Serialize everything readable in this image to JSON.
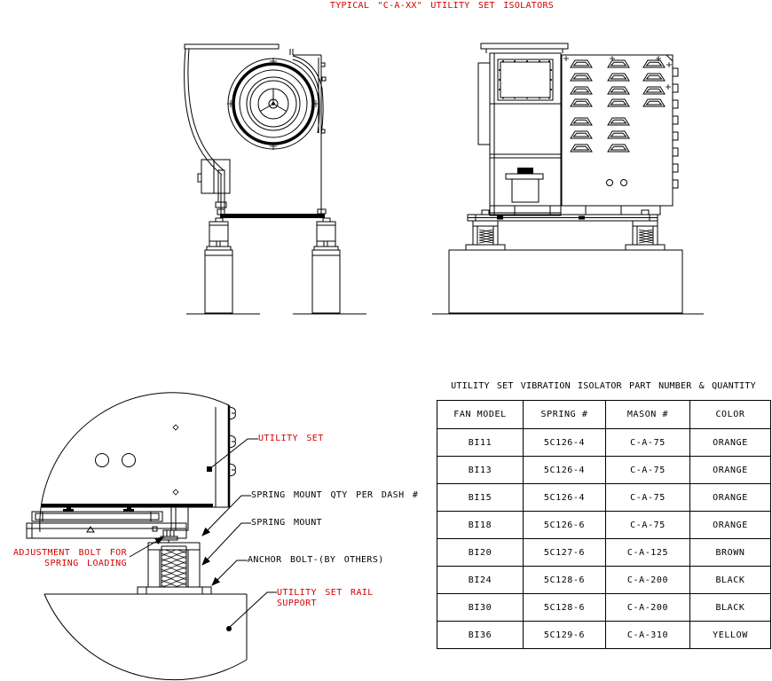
{
  "title": "TYPICAL \"C-A-XX\" UTILITY SET ISOLATORS",
  "colors": {
    "annotation_red": "#d40000",
    "line_black": "#000000",
    "background": "#ffffff"
  },
  "callouts": {
    "utility_set": "UTILITY SET",
    "spring_mount_qty": "SPRING MOUNT QTY PER DASH #",
    "spring_mount": "SPRING MOUNT",
    "adjustment_bolt_line1": "ADJUSTMENT BOLT FOR",
    "adjustment_bolt_line2": "SPRING LOADING",
    "anchor_bolt": "ANCHOR BOLT-(BY OTHERS)",
    "rail_support_line1": "UTILITY SET RAIL",
    "rail_support_line2": "SUPPORT"
  },
  "table": {
    "title": "UTILITY SET VIBRATION ISOLATOR PART NUMBER & QUANTITY",
    "headers": [
      "FAN MODEL",
      "SPRING #",
      "MASON #",
      "COLOR"
    ],
    "rows": [
      [
        "BI11",
        "5C126-4",
        "C-A-75",
        "ORANGE"
      ],
      [
        "BI13",
        "5C126-4",
        "C-A-75",
        "ORANGE"
      ],
      [
        "BI15",
        "5C126-4",
        "C-A-75",
        "ORANGE"
      ],
      [
        "BI18",
        "5C126-6",
        "C-A-75",
        "ORANGE"
      ],
      [
        "BI20",
        "5C127-6",
        "C-A-125",
        "BROWN"
      ],
      [
        "BI24",
        "5C128-6",
        "C-A-200",
        "BLACK"
      ],
      [
        "BI30",
        "5C128-6",
        "C-A-200",
        "BLACK"
      ],
      [
        "BI36",
        "5C129-6",
        "C-A-310",
        "YELLOW"
      ]
    ]
  }
}
